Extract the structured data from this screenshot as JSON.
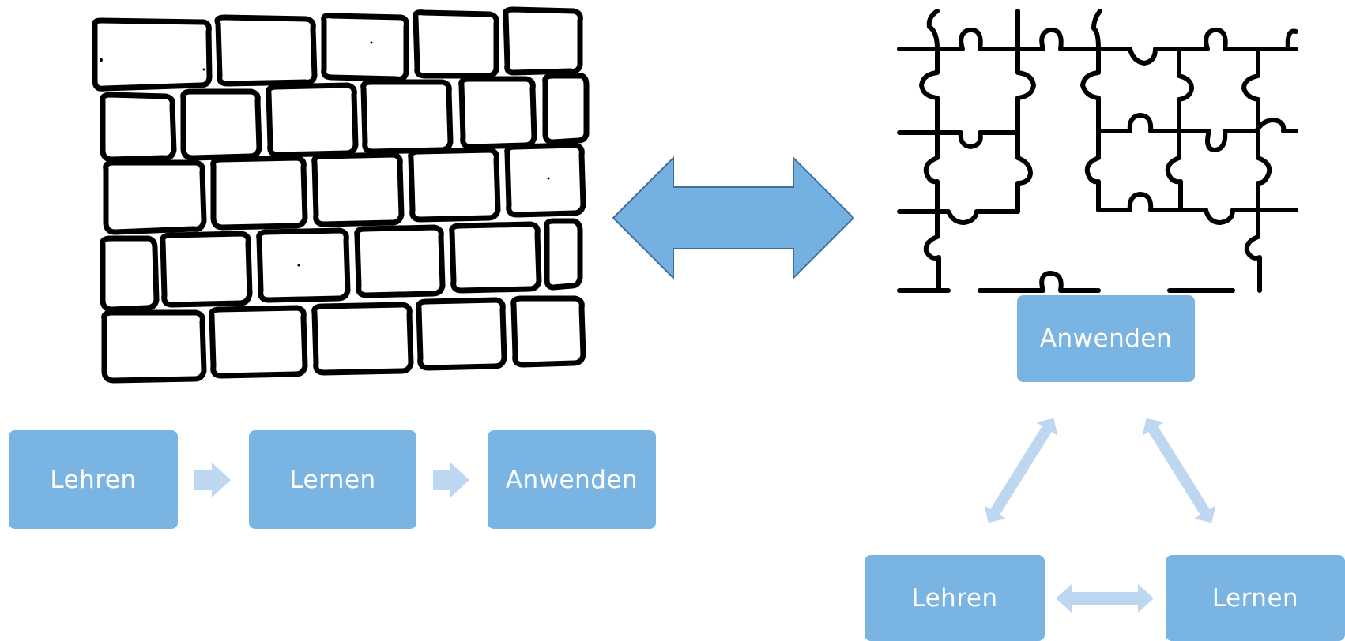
{
  "colors": {
    "box_fill": "#79b4e3",
    "box_text": "#ffffff",
    "connector_light": "#bcd7ef",
    "double_arrow_fill": "#74b0e0",
    "double_arrow_stroke": "#3e6f9c",
    "sketch_ink": "#000000"
  },
  "linear_flow": {
    "steps": [
      "Lehren",
      "Lernen",
      "Anwenden"
    ],
    "connector_icon": "chevron-right-arrow"
  },
  "cycle": {
    "top": "Anwenden",
    "left": "Lehren",
    "right": "Lernen",
    "connector_icon": "double-headed-arrow"
  },
  "illustrations": {
    "left": "brick-wall",
    "right": "jigsaw-puzzle"
  },
  "center_icon": "double-headed-arrow"
}
